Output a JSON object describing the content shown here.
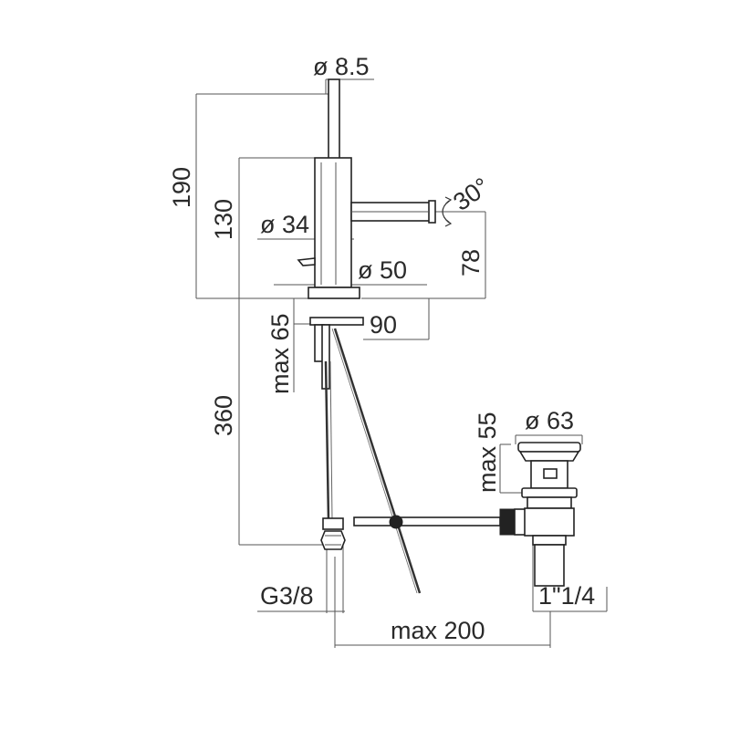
{
  "dimensions": {
    "rod_diameter": "ø 8.5",
    "total_height": "190",
    "body_height": "130",
    "body_diameter": "ø 34",
    "base_diameter": "ø 50",
    "swivel_angle": "30°",
    "spout_height": "78",
    "flange_diameter": "90",
    "max_deck_thickness": "max 65",
    "hose_length": "360",
    "drain_diameter": "ø 63",
    "drain_max_thickness": "max 55",
    "hose_connection": "G3/8",
    "drain_thread": "1\"1/4",
    "max_distance": "max 200"
  }
}
